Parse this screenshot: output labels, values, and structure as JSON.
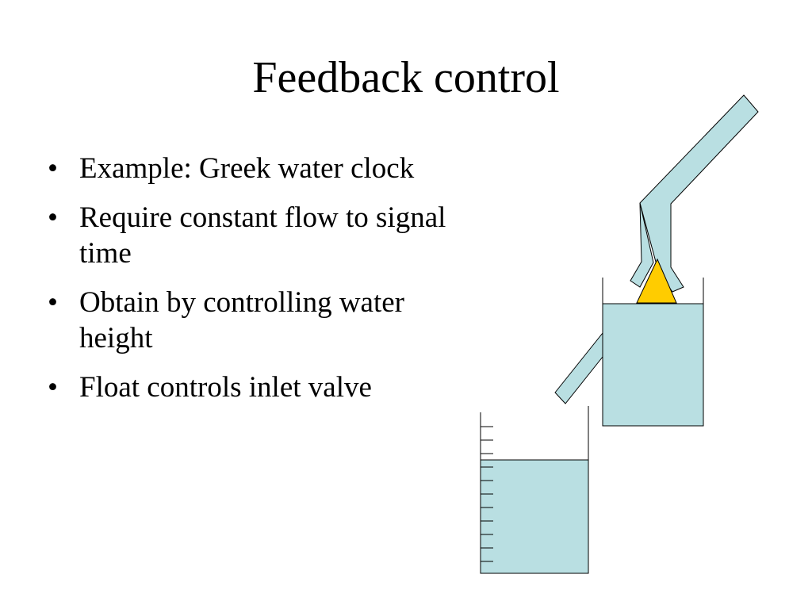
{
  "slide": {
    "title": "Feedback control",
    "bullets": [
      {
        "text": "Example: Greek water clock"
      },
      {
        "text": "Require constant flow to signal time"
      },
      {
        "text": "Obtain by controlling water height"
      },
      {
        "text": "Float controls inlet valve"
      }
    ],
    "bullet_glyph": "•"
  },
  "colors": {
    "water": "#b9dfe2",
    "float": "#ffcc00",
    "outline": "#000000",
    "background": "#ffffff"
  }
}
